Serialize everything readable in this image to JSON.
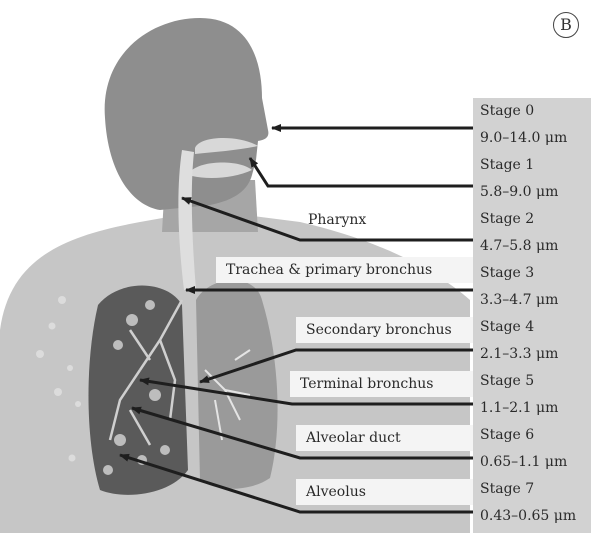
{
  "panel_label": "B",
  "stages": [
    {
      "stage": "Stage 0",
      "range": "9.0–14.0 μm"
    },
    {
      "stage": "Stage 1",
      "range": "5.8–9.0 μm"
    },
    {
      "stage": "Stage 2",
      "range": "4.7–5.8 μm"
    },
    {
      "stage": "Stage 3",
      "range": "3.3–4.7 μm"
    },
    {
      "stage": "Stage 4",
      "range": "2.1–3.3 μm"
    },
    {
      "stage": "Stage 5",
      "range": "1.1–2.1 μm"
    },
    {
      "stage": "Stage 6",
      "range": "0.65–1.1 μm"
    },
    {
      "stage": "Stage 7",
      "range": "0.43–0.65 μm"
    }
  ],
  "regions": [
    "Pharynx",
    "Trachea & primary bronchus",
    "Secondary bronchus",
    "Terminal bronchus",
    "Alveolar duct",
    "Alveolus"
  ],
  "colors": {
    "body": "#c6c6c6",
    "head": "#8e8e8e",
    "lung_left": "#5a5a5a",
    "lung_right": "#9a9a9a",
    "stage_column": "#d2d2d2",
    "arrow": "#1e1e1e"
  }
}
